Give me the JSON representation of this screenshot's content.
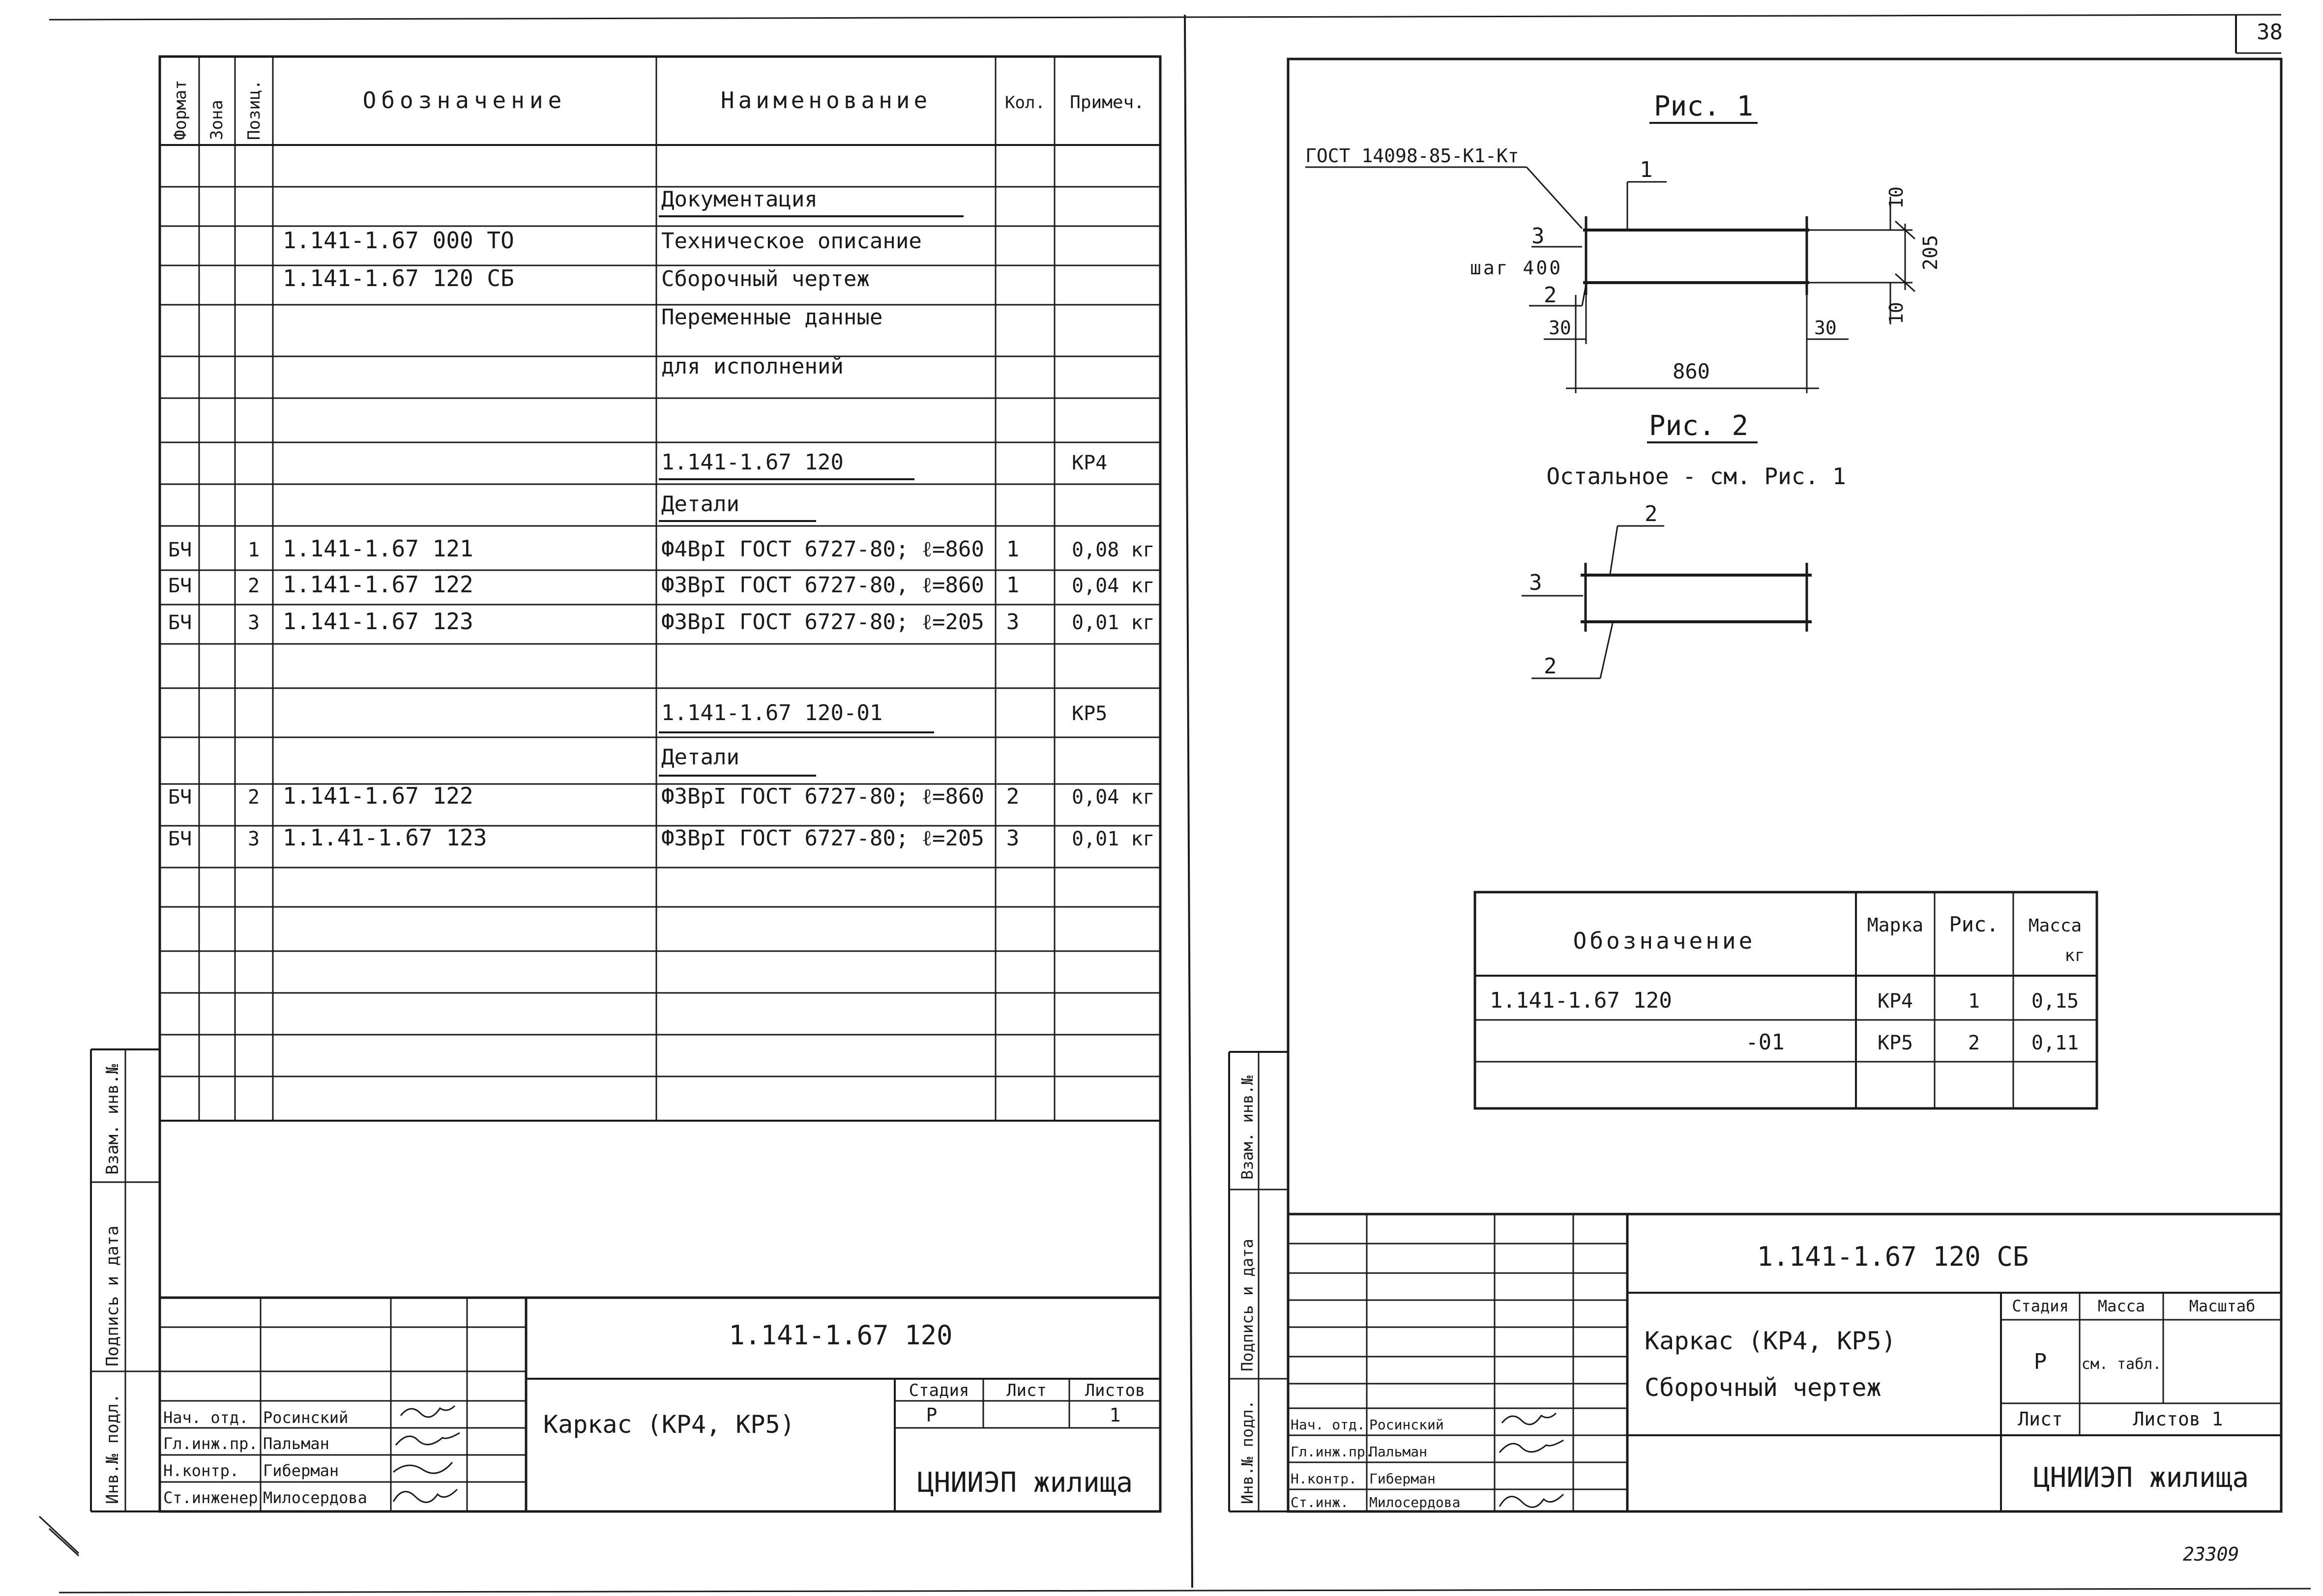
{
  "page_number": "38",
  "footer_number": "23309",
  "left_sheet": {
    "spec_headers": {
      "format": "Формат",
      "zone": "Зона",
      "position": "Позиц.",
      "designation": "Обозначение",
      "name": "Наименование",
      "qty": "Кол.",
      "note": "Примеч."
    },
    "rows": [
      {
        "fmt": "",
        "pos": "",
        "des": "",
        "name": "Документация",
        "qty": "",
        "note": ""
      },
      {
        "fmt": "",
        "pos": "",
        "des": "1.141-1.67 000 ТО",
        "name": "Техническое описание",
        "qty": "",
        "note": ""
      },
      {
        "fmt": "",
        "pos": "",
        "des": "1.141-1.67 120 СБ",
        "name": "Сборочный чертеж",
        "qty": "",
        "note": ""
      },
      {
        "fmt": "",
        "pos": "",
        "des": "",
        "name": "Переменные данные",
        "qty": "",
        "note": ""
      },
      {
        "fmt": "",
        "pos": "",
        "des": "",
        "name": "для исполнений",
        "qty": "",
        "note": ""
      },
      {
        "fmt": "",
        "pos": "",
        "des": "",
        "name": "1.141-1.67 120",
        "qty": "",
        "note": "КР4"
      },
      {
        "fmt": "",
        "pos": "",
        "des": "",
        "name": "Детали",
        "qty": "",
        "note": ""
      },
      {
        "fmt": "БЧ",
        "pos": "1",
        "des": "1.141-1.67 121",
        "name": "Ф4ВрI ГОСТ 6727-80; ℓ=860",
        "qty": "1",
        "note": "0,08 кг"
      },
      {
        "fmt": "БЧ",
        "pos": "2",
        "des": "1.141-1.67 122",
        "name": "Ф3ВрI ГОСТ 6727-80, ℓ=860",
        "qty": "1",
        "note": "0,04 кг"
      },
      {
        "fmt": "БЧ",
        "pos": "3",
        "des": "1.141-1.67 123",
        "name": "Ф3ВрI ГОСТ 6727-80; ℓ=205",
        "qty": "3",
        "note": "0,01 кг"
      },
      {
        "fmt": "",
        "pos": "",
        "des": "",
        "name": "1.141-1.67 120-01",
        "qty": "",
        "note": "КР5"
      },
      {
        "fmt": "",
        "pos": "",
        "des": "",
        "name": "Детали",
        "qty": "",
        "note": ""
      },
      {
        "fmt": "БЧ",
        "pos": "2",
        "des": "1.141-1.67 122",
        "name": "Ф3ВрI ГОСТ 6727-80; ℓ=860",
        "qty": "2",
        "note": "0,04 кг"
      },
      {
        "fmt": "БЧ",
        "pos": "3",
        "des": "1.1.41-1.67 123",
        "name": "Ф3ВрI ГОСТ 6727-80; ℓ=205",
        "qty": "3",
        "note": "0,01 кг"
      }
    ],
    "side_labels": [
      "Инв.№ подл.",
      "Подпись и дата",
      "Взам. инв.№"
    ],
    "title_block": {
      "code": "1.141-1.67 120",
      "title": "Каркас (КР4, КР5)",
      "stage_label": "Стадия",
      "sheet_label": "Лист",
      "sheets_label": "Листов",
      "stage": "Р",
      "sheets": "1",
      "org": "ЦНИИЭП жилища",
      "staff": [
        {
          "role": "Нач. отд.",
          "name": "Росинский"
        },
        {
          "role": "Гл.инж.пр.",
          "name": "Пальман"
        },
        {
          "role": "Н.контр.",
          "name": "Гиберман"
        },
        {
          "role": "Ст.инженер",
          "name": "Милосердова"
        }
      ]
    }
  },
  "right_sheet": {
    "fig1": {
      "title": "Рис. 1",
      "leader_label": "ГОСТ 14098-85-К1-Кт",
      "pitch": "шаг 400",
      "dims": {
        "length": "860",
        "height": "205",
        "edge_top": "10",
        "edge_bottom": "10",
        "end_left": "30",
        "end_right": "30"
      },
      "callouts": [
        "1",
        "2",
        "3"
      ]
    },
    "fig2": {
      "title": "Рис. 2",
      "note": "Остальное - см. Рис. 1",
      "callouts": [
        "2",
        "3",
        "2"
      ]
    },
    "table": {
      "headers": {
        "designation": "Обозначение",
        "mark": "Марка",
        "fig": "Рис.",
        "mass": "Масса",
        "mass_unit": "кг"
      },
      "rows": [
        {
          "designation": "1.141-1.67 120",
          "mark": "КР4",
          "fig": "1",
          "mass": "0,15"
        },
        {
          "designation": "-01",
          "mark": "КР5",
          "fig": "2",
          "mass": "0,11"
        }
      ]
    },
    "side_labels": [
      "Инв.№ подл.",
      "Подпись и дата",
      "Взам. инв.№"
    ],
    "title_block": {
      "code": "1.141-1.67 120 СБ",
      "title_line1": "Каркас (КР4, КР5)",
      "title_line2": "Сборочный чертеж",
      "stage_label": "Стадия",
      "mass_label": "Масса",
      "scale_label": "Масштаб",
      "stage": "Р",
      "mass": "см. табл.",
      "sheet_label": "Лист",
      "sheets_label": "Листов 1",
      "org": "ЦНИИЭП жилища",
      "staff": [
        {
          "role": "Нач. отд.",
          "name": "Росинский"
        },
        {
          "role": "Гл.инж.пр.",
          "name": "Пальман"
        },
        {
          "role": "Н.контр.",
          "name": "Гиберман"
        },
        {
          "role": "Ст.инж.",
          "name": "Милосердова"
        }
      ]
    }
  }
}
